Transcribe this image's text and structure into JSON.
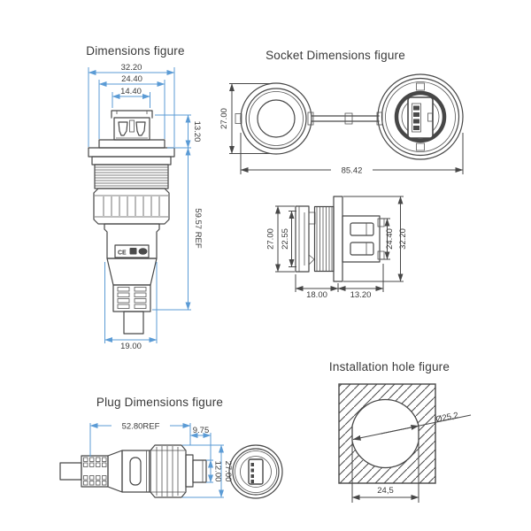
{
  "colors": {
    "background": "#ffffff",
    "drawing_line": "#474747",
    "dimension_blue": "#5b9bd5",
    "dimension_dark": "#474747",
    "text": "#3a3a3a"
  },
  "figure_dimensions": {
    "title": "Dimensions figure",
    "dim_flange_width": "32.20",
    "dim_body_width": "24.40",
    "dim_usb_width": "14.40",
    "dim_usb_height": "13.20",
    "dim_total_height": "59.57 REF",
    "dim_bottom_width": "19.00",
    "label_ce": "CE"
  },
  "figure_socket": {
    "title": "Socket Dimensions figure",
    "dim_cap_diameter": "27.00",
    "dim_total_length": "85.42",
    "side_view": {
      "dim_cap_od": "27.00",
      "dim_thread_od": "22.55",
      "dim_front_length": "18.00",
      "dim_rear_length": "13.20",
      "dim_rear_height": "24.40",
      "dim_flange_od": "32.20"
    }
  },
  "figure_plug": {
    "title": "Plug Dimensions figure",
    "dim_total_length": "52.80REF",
    "dim_tip_length": "9.75",
    "dim_nut_diameter": "27.00",
    "dim_tip_diameter": "12.00"
  },
  "figure_installation": {
    "title": "Installation hole figure",
    "dim_hole_diameter": "Ø25,2",
    "dim_hole_width": "24,5"
  }
}
